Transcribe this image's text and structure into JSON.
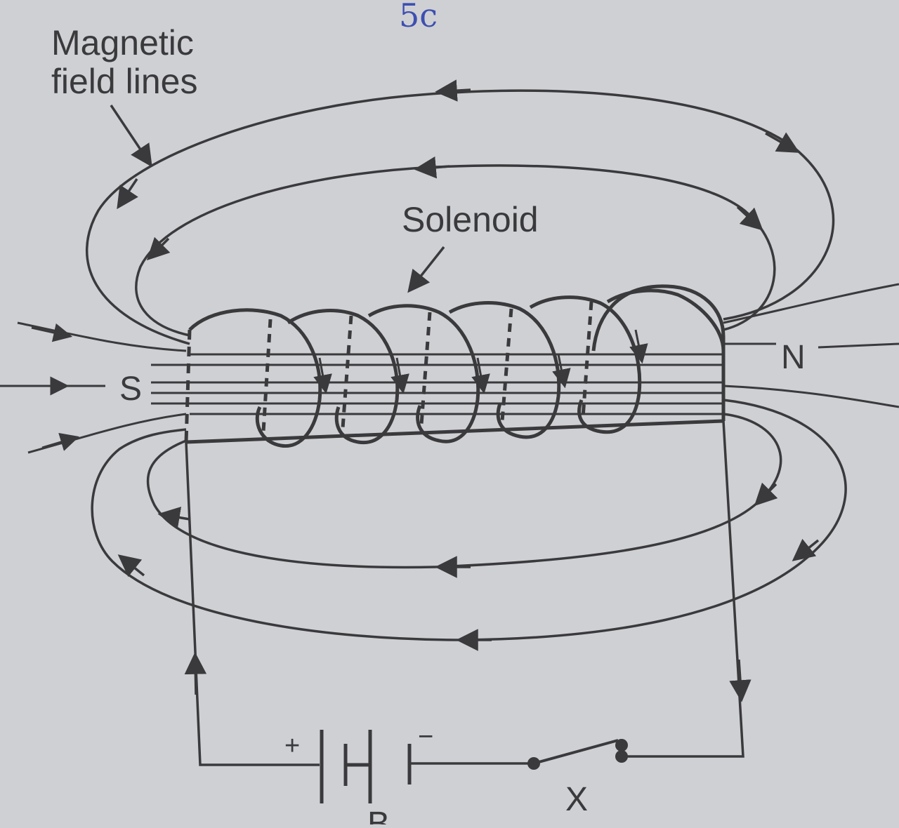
{
  "labels": {
    "magnetic_line1": "Magnetic",
    "magnetic_line2": "field lines",
    "solenoid": "Solenoid",
    "south_pole": "S",
    "north_pole": "N",
    "switch": "X",
    "battery": "B",
    "plus": "+",
    "minus": "−",
    "handwritten_top": "5c"
  },
  "colors": {
    "paper": "#cfd0d4",
    "ink": "#3a3a3c",
    "handwriting": "#3d4fb0"
  }
}
